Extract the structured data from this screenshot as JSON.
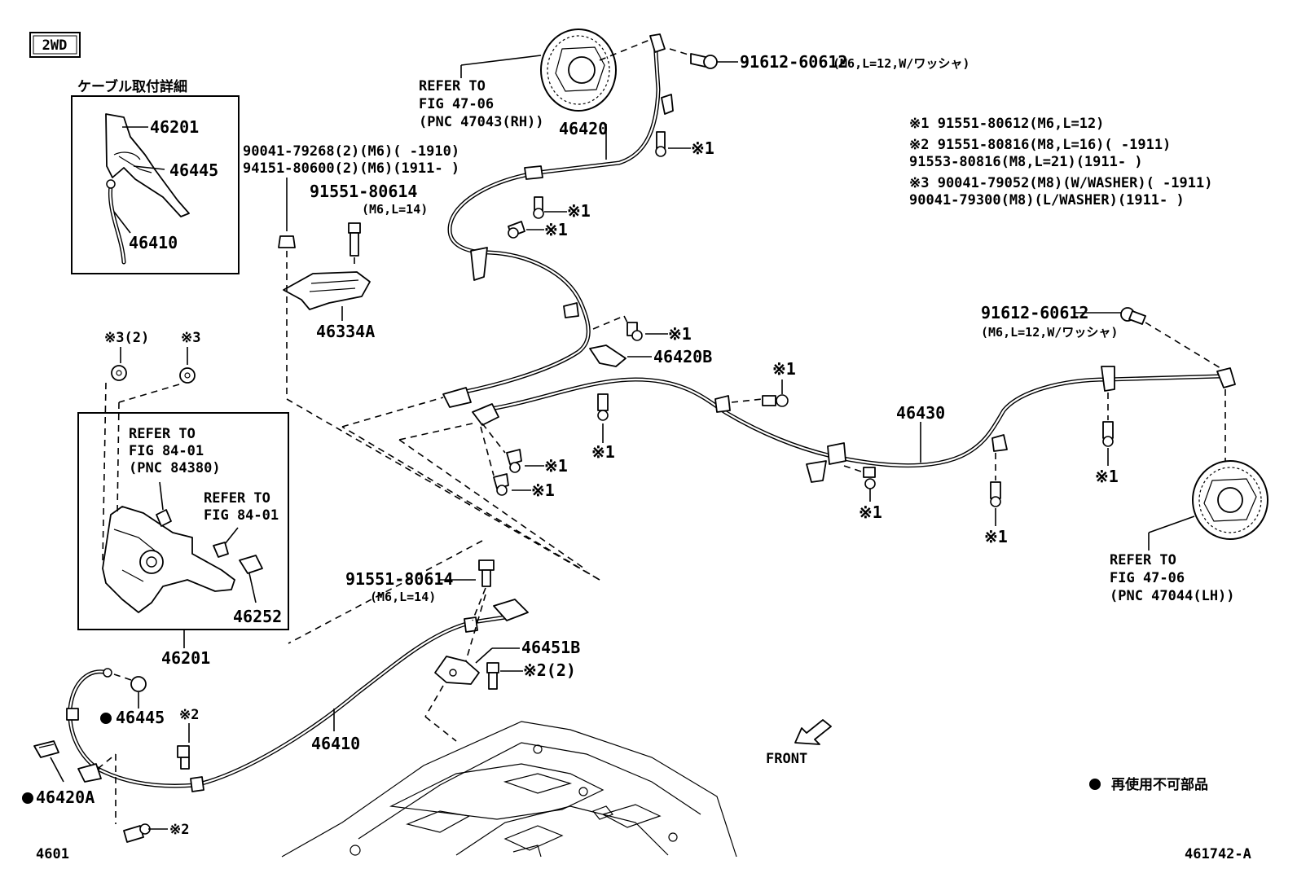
{
  "header": {
    "variant_tag": "2WD"
  },
  "detail_box": {
    "title": "ケーブル取付詳細",
    "parts": [
      "46201",
      "46445",
      "46410"
    ]
  },
  "lever_box": {
    "refer_a": [
      "REFER TO",
      "FIG 84-01",
      "(PNC 84380)"
    ],
    "refer_b": [
      "REFER TO",
      "FIG 84-01"
    ],
    "part": "46252",
    "assembly": "46201"
  },
  "parts": {
    "p46420": "46420",
    "p46420B": "46420B",
    "p46334A": "46334A",
    "p46430": "46430",
    "p46410": "46410",
    "p46451B": "46451B",
    "p46445": "46445",
    "p46420A": "46420A"
  },
  "bolts": {
    "top_bolt": "91612-60612",
    "top_bolt_spec": "(M6,L=12,W/ワッシャ)",
    "right_bolt": "91612-60612",
    "right_bolt_spec": "(M6,L=12,W/ワッシャ)",
    "nut_a": "90041-79268(2)(M6)(     -1910)",
    "nut_b": "94151-80600(2)(M6)(1911-     )",
    "bolt_a": "91551-80614",
    "bolt_a_spec": "(M6,L=14)",
    "bolt_b": "91551-80614",
    "bolt_b_spec": "(M6,L=14)"
  },
  "refer_top": [
    "REFER TO",
    "FIG 47-06",
    "(PNC 47043(RH))"
  ],
  "refer_right": [
    "REFER TO",
    "FIG 47-06",
    "(PNC 47044(LH))"
  ],
  "legend": {
    "r1": "※1  91551-80612(M6,L=12)",
    "r2a": "※2  91551-80816(M8,L=16)(      -1911)",
    "r2b": "    91553-80816(M8,L=21)(1911-      )",
    "r3a": "※3  90041-79052(M8)(W/WASHER)(      -1911)",
    "r3b": "    90041-79300(M8)(L/WASHER)(1911-      )"
  },
  "marks": {
    "m1": "※1",
    "m2": "※2",
    "m2x2": "※2(2)",
    "m3": "※3",
    "m3x2": "※3(2)"
  },
  "front_label": "FRONT",
  "non_reusable": "再使用不可部品",
  "footer": {
    "left": "4601",
    "right": "461742-A"
  }
}
